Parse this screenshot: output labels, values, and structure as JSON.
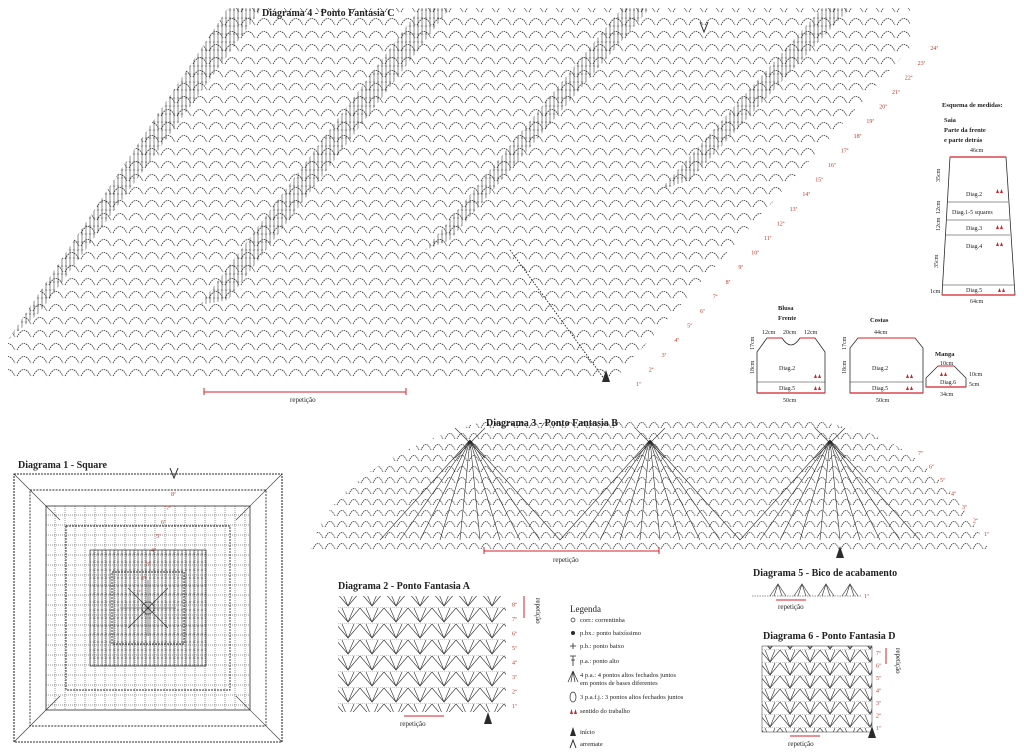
{
  "colors": {
    "ink": "#2b2b2b",
    "accent": "#d4202a",
    "paper": "#ffffff"
  },
  "diagram4": {
    "title": "Diagrama 4 - Ponto Fantasia C",
    "rows": [
      "1ª",
      "2ª",
      "3ª",
      "4ª",
      "5ª",
      "6ª",
      "7ª",
      "8ª",
      "9ª",
      "10ª",
      "11ª",
      "12ª",
      "13ª",
      "14ª",
      "15ª",
      "16ª",
      "17ª",
      "18ª",
      "19ª",
      "20ª",
      "21ª",
      "22ª",
      "23ª",
      "24ª"
    ],
    "repeat": "repetição"
  },
  "diagram3": {
    "title": "Diagrama 3 - Ponto Fantasia B",
    "rows": [
      "1ª",
      "2ª",
      "3ª",
      "4ª",
      "5ª",
      "6ª",
      "7ª"
    ],
    "repeat": "repetição"
  },
  "diagram1": {
    "title": "Diagrama 1 - Square",
    "rows": [
      "1ª",
      "2ª",
      "3ª",
      "4ª",
      "5ª",
      "6ª",
      "7ª",
      "8ª"
    ]
  },
  "diagram2": {
    "title": "Diagrama 2 - Ponto Fantasia A",
    "rows": [
      "1ª",
      "2ª",
      "3ª",
      "4ª",
      "5ª",
      "6ª",
      "7ª",
      "8ª"
    ],
    "repeat": "repetição"
  },
  "diagram5": {
    "title": "Diagrama 5 - Bico de acabamento",
    "rows": [
      "1ª"
    ],
    "repeat": "repetição"
  },
  "diagram6": {
    "title": "Diagrama 6 - Ponto Fantasia D",
    "rows": [
      "1ª",
      "2ª",
      "3ª",
      "4ª",
      "5ª",
      "6ª",
      "7ª"
    ],
    "repeat": "repetição"
  },
  "legend": {
    "title": "Legenda",
    "items": [
      "corr.: correntinha",
      "p.bx.: ponto baixíssimo",
      "p.b.: ponto baixo",
      "p.a.: ponto alto",
      "4 p.a.: 4 pontos altos fechados juntos",
      "em pontos de bases diferentes",
      "3 p.a.f.j.: 3 pontos altos fechados juntos",
      "sentido do trabalho",
      "início",
      "arremate"
    ]
  },
  "measures": {
    "title": "Esquema de medidas:",
    "skirt": "Saia",
    "skirt_sub1": "Parte da frente",
    "skirt_sub2": "e parte detrás",
    "top_w": "46cm",
    "bottom_w": "64cm",
    "side": [
      "35cm",
      "12cm",
      "12cm",
      "35cm",
      "1cm"
    ],
    "sections": [
      "Diag.2",
      "Diag.1-5 squares",
      "Diag.3",
      "Diag.4",
      "Diag.5"
    ]
  },
  "blusa": {
    "title1": "Blusa",
    "title2": "Frente",
    "top": [
      "12cm",
      "20cm",
      "12cm"
    ],
    "side": [
      "17cm",
      "18cm"
    ],
    "sections": [
      "Diag.2",
      "Diag.5"
    ],
    "bottom": "50cm"
  },
  "costas": {
    "title": "Costas",
    "top": "44cm",
    "side": [
      "17cm",
      "18cm"
    ],
    "sections": [
      "Diag.2",
      "Diag.5"
    ],
    "bottom": "50cm"
  },
  "manga": {
    "title": "Manga",
    "top": "10cm",
    "right": [
      "10cm",
      "5cm"
    ],
    "section": "Diag.6",
    "bottom": "34cm"
  }
}
